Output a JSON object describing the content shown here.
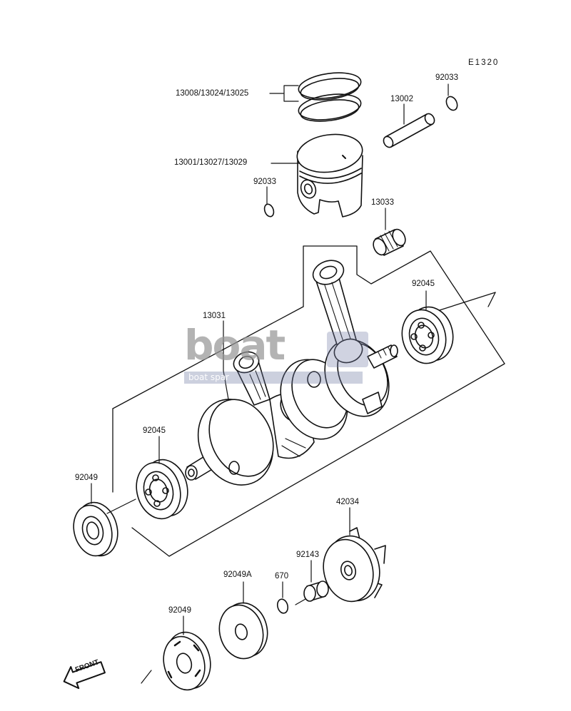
{
  "diagram": {
    "code": "E1320",
    "front_label": "FRONT",
    "watermark": {
      "brand": "boat",
      "tagline": "boat spar"
    },
    "parts": [
      {
        "id": "rings",
        "number": "13008/13024/13025"
      },
      {
        "id": "pin",
        "number": "13002"
      },
      {
        "id": "clip-top",
        "number": "92033"
      },
      {
        "id": "piston",
        "number": "13001/13027/13029"
      },
      {
        "id": "clip-left",
        "number": "92033"
      },
      {
        "id": "needle-bearing",
        "number": "13033"
      },
      {
        "id": "bearing-right",
        "number": "92045"
      },
      {
        "id": "crankshaft",
        "number": "13031"
      },
      {
        "id": "bearing-left",
        "number": "92045"
      },
      {
        "id": "seal-left",
        "number": "92049"
      },
      {
        "id": "coupling",
        "number": "42034"
      },
      {
        "id": "collar",
        "number": "92143"
      },
      {
        "id": "oring",
        "number": "670"
      },
      {
        "id": "seal-a",
        "number": "92049A"
      },
      {
        "id": "seal-bottom",
        "number": "92049"
      }
    ]
  }
}
